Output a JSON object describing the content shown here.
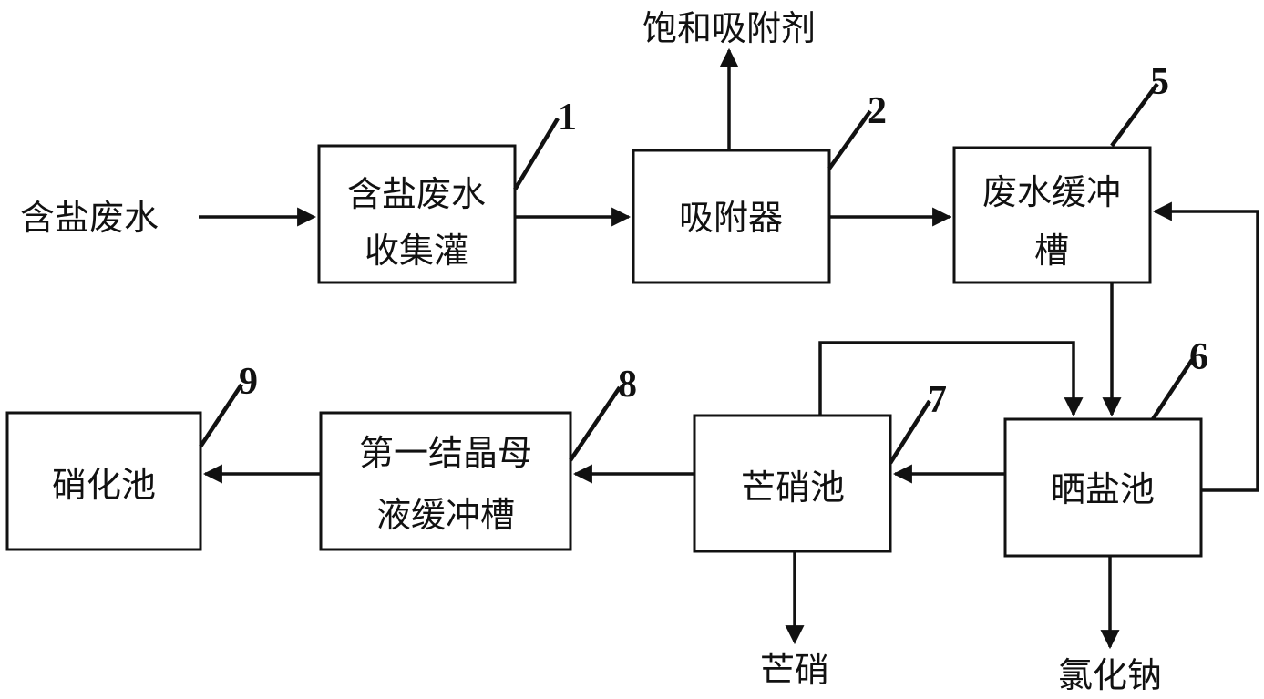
{
  "input_label": "含盐废水",
  "output_labels": {
    "saturated_adsorbent": "饱和吸附剂",
    "mirabilite": "芒硝",
    "sodium_chloride": "氯化钠"
  },
  "boxes": {
    "collection_tank": {
      "line1": "含盐废水",
      "line2": "收集灌",
      "number": "1"
    },
    "adsorber": {
      "line1": "吸附器",
      "number": "2"
    },
    "buffer_tank": {
      "line1": "废水缓冲",
      "line2": "槽",
      "number": "5"
    },
    "evaporation_pond": {
      "line1": "晒盐池",
      "number": "6"
    },
    "mirabilite_pond": {
      "line1": "芒硝池",
      "number": "7"
    },
    "mother_liquor_tank": {
      "line1": "第一结晶母",
      "line2": "液缓冲槽",
      "number": "8"
    },
    "nitrate_pond": {
      "line1": "硝化池",
      "number": "9"
    }
  }
}
